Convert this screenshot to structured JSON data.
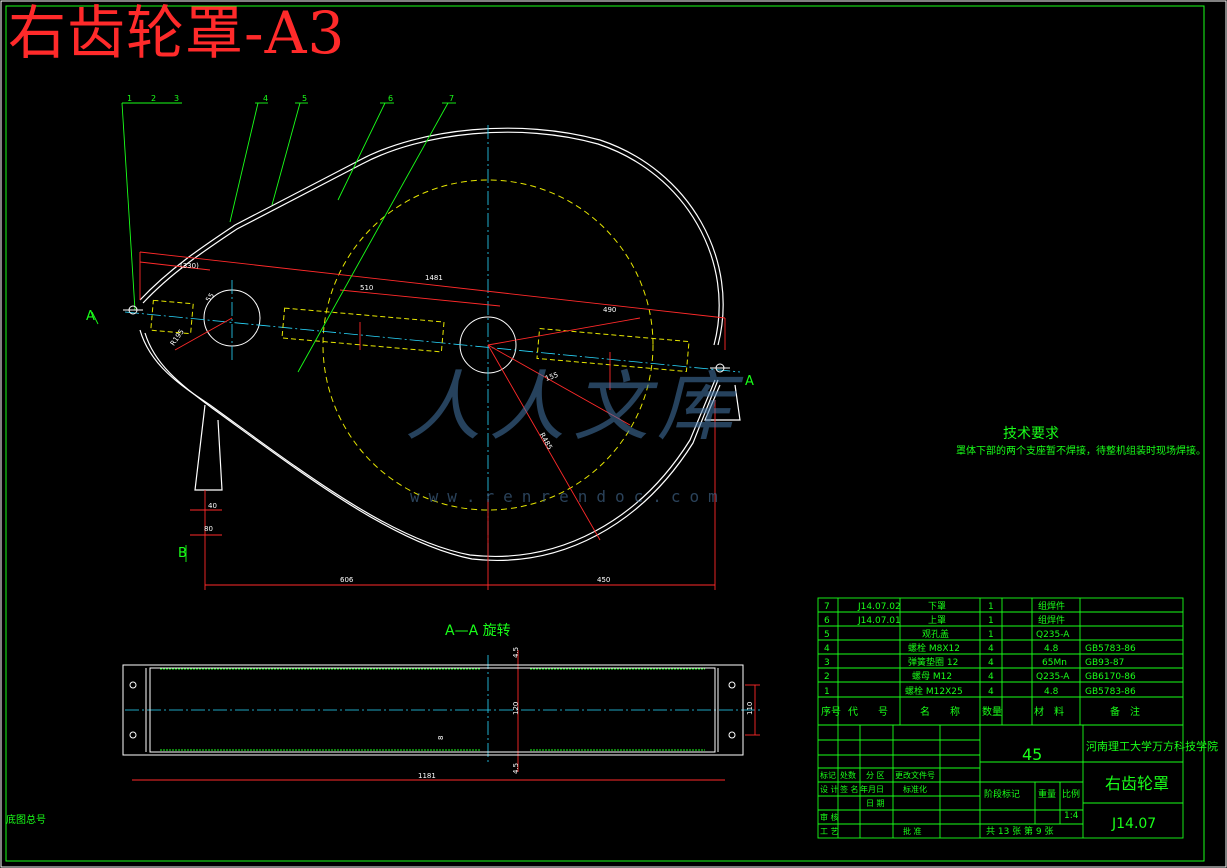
{
  "title": "右齿轮罩-A3",
  "balloons": [
    "1",
    "2",
    "3",
    "4",
    "5",
    "6",
    "7"
  ],
  "section_marks": {
    "a_left": "A",
    "a_right": "A",
    "b": "B"
  },
  "dimensions": {
    "d_330": "(330)",
    "d_1481": "1481",
    "d_510": "510",
    "d_490": "490",
    "r_195": "R195",
    "r_485": "R485",
    "d_55": "55",
    "d_155": "155",
    "d_40": "40",
    "d_80": "80",
    "d_606": "606",
    "d_450": "450",
    "s_45a": "4.5",
    "s_120": "120",
    "s_45b": "4.5",
    "s_8": "8",
    "s_1181": "1181",
    "s_110": "110"
  },
  "section_view_title": "A—A 旋转",
  "tech_requirements": {
    "title": "技术要求",
    "text": "罩体下部的两个支座暂不焊接，待整机组装时现场焊接。"
  },
  "corner_label": "底图总号",
  "watermark": {
    "brand": "人人文库",
    "url": "www.renrendoc.com"
  },
  "bom": {
    "rows": [
      {
        "seq": "7",
        "code": "J14.07.02",
        "name": "下罩",
        "qty": "1",
        "material": "组焊件",
        "note": ""
      },
      {
        "seq": "6",
        "code": "J14.07.01",
        "name": "上罩",
        "qty": "1",
        "material": "组焊件",
        "note": ""
      },
      {
        "seq": "5",
        "code": "",
        "name": "观孔盖",
        "qty": "1",
        "material": "Q235-A",
        "note": ""
      },
      {
        "seq": "4",
        "code": "",
        "name": "螺栓 M8X12",
        "qty": "4",
        "material": "4.8",
        "note": "GB5783-86"
      },
      {
        "seq": "3",
        "code": "",
        "name": "弹簧垫圈 12",
        "qty": "4",
        "material": "65Mn",
        "note": "GB93-87"
      },
      {
        "seq": "2",
        "code": "",
        "name": "螺母 M12",
        "qty": "4",
        "material": "Q235-A",
        "note": "GB6170-86"
      },
      {
        "seq": "1",
        "code": "",
        "name": "螺栓 M12X25",
        "qty": "4",
        "material": "4.8",
        "note": "GB5783-86"
      }
    ],
    "headers": {
      "seq": "序号",
      "code": "代　　号",
      "name": "名　　称",
      "qty": "数量",
      "material": "材　料",
      "note": "备　注"
    }
  },
  "title_block": {
    "material": "45",
    "school": "河南理工大学万方科技学院",
    "part_name": "右齿轮罩",
    "drawing_no": "J14.07",
    "mark_stage": "阶段标记",
    "weight": "重量",
    "scale_label": "比例",
    "scale": "1:4",
    "sheets": "共 13 张  第 9 张",
    "row_labels": [
      "标记",
      "处数",
      "分 区",
      "更改文件号",
      "设 计",
      "标准化",
      "审 核",
      "工 艺",
      "批 准",
      "日 期",
      "签 名",
      "年月日"
    ]
  }
}
